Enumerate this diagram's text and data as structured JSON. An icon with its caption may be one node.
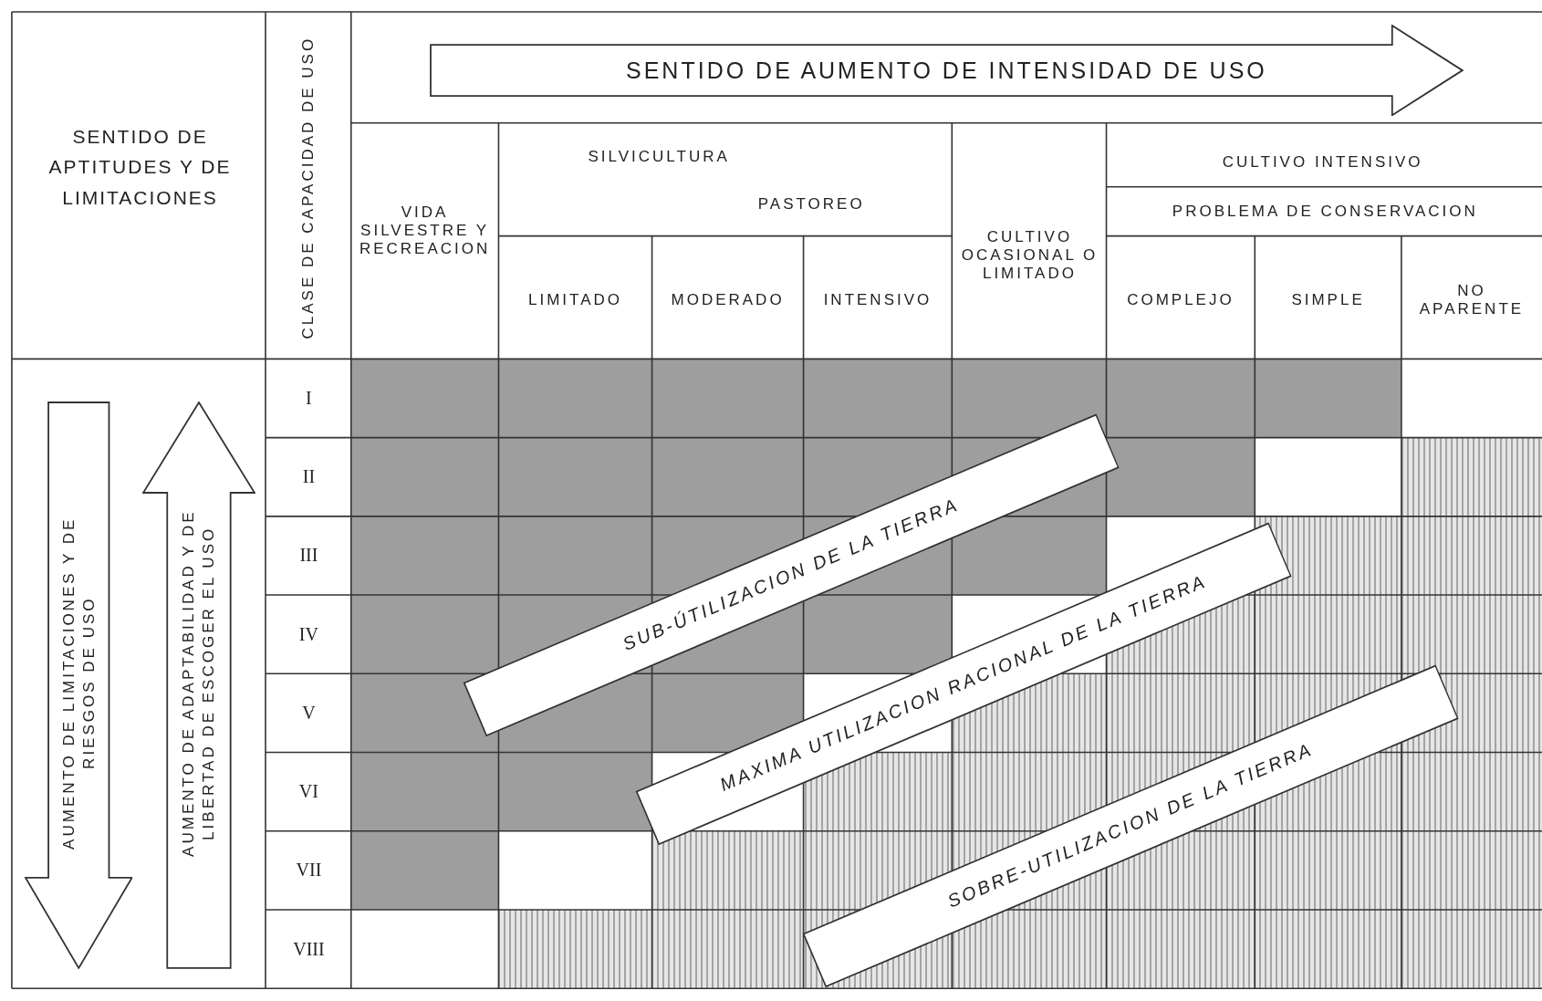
{
  "diagram": {
    "nodes": [
      {
        "text": [
          "SENTIDO DE AUMENTO DE INTENSIDAD DE USO"
        ]
      },
      {
        "text": [
          "AUMENTO DE LIMITACIONES Y DE RIESGOS DE USO"
        ]
      },
      {
        "text": [
          "AUMENTO DE ADAPTABILIDAD Y DE LIBERTAD DE ESCOGER EL USO"
        ]
      },
      {
        "text": [
          "SUB-ÚTILIZACION DE LA TIERRA"
        ]
      },
      {
        "text": [
          "MAXIMA UTILIZACION RACIONAL DE LA TIERRA"
        ]
      },
      {
        "text": [
          "SOBRE-UTILIZACION DE LA TIERRA"
        ]
      }
    ],
    "labels": [
      "SENTIDO DE APTITUDES Y DE LIMITACIONES",
      "CLASE DE CAPACIDAD DE USO",
      "SILVICULTURA",
      "PASTOREO",
      "CULTIVO INTENSIVO",
      "PROBLEMA DE CONSERVACION",
      "VIDA SILVESTRE Y RECREACION",
      "CULTIVO OCASIONAL O LIMITADO",
      "LIMITADO",
      "MODERADO",
      "INTENSIVO",
      "COMPLEJO",
      "SIMPLE",
      "NO APARENTE",
      "I",
      "II",
      "III",
      "IV",
      "V",
      "VI",
      "VII",
      "VIII"
    ]
  }
}
